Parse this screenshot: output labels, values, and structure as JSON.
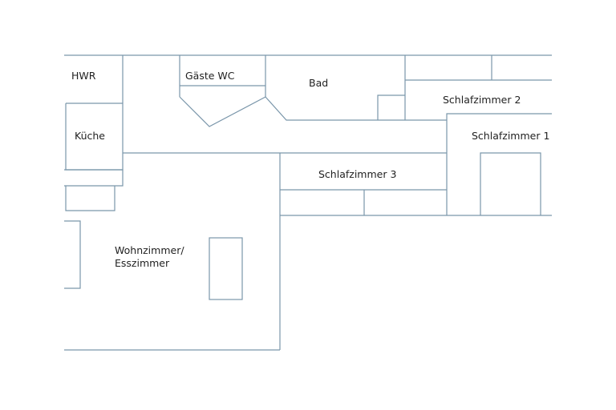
{
  "rooms": {
    "hwr": "HWR",
    "gaeste_wc": "Gäste WC",
    "bad": "Bad",
    "schlafzimmer_2": "Schlafzimmer 2",
    "kueche": "Küche",
    "schlafzimmer_1": "Schlafzimmer 1",
    "schlafzimmer_3": "Schlafzimmer 3",
    "wohnzimmer_line1": "Wohnzimmer/",
    "wohnzimmer_line2": "Esszimmer"
  },
  "colors": {
    "wall_stroke": "#7a96aa",
    "label_text": "#222222",
    "background": "#ffffff"
  }
}
